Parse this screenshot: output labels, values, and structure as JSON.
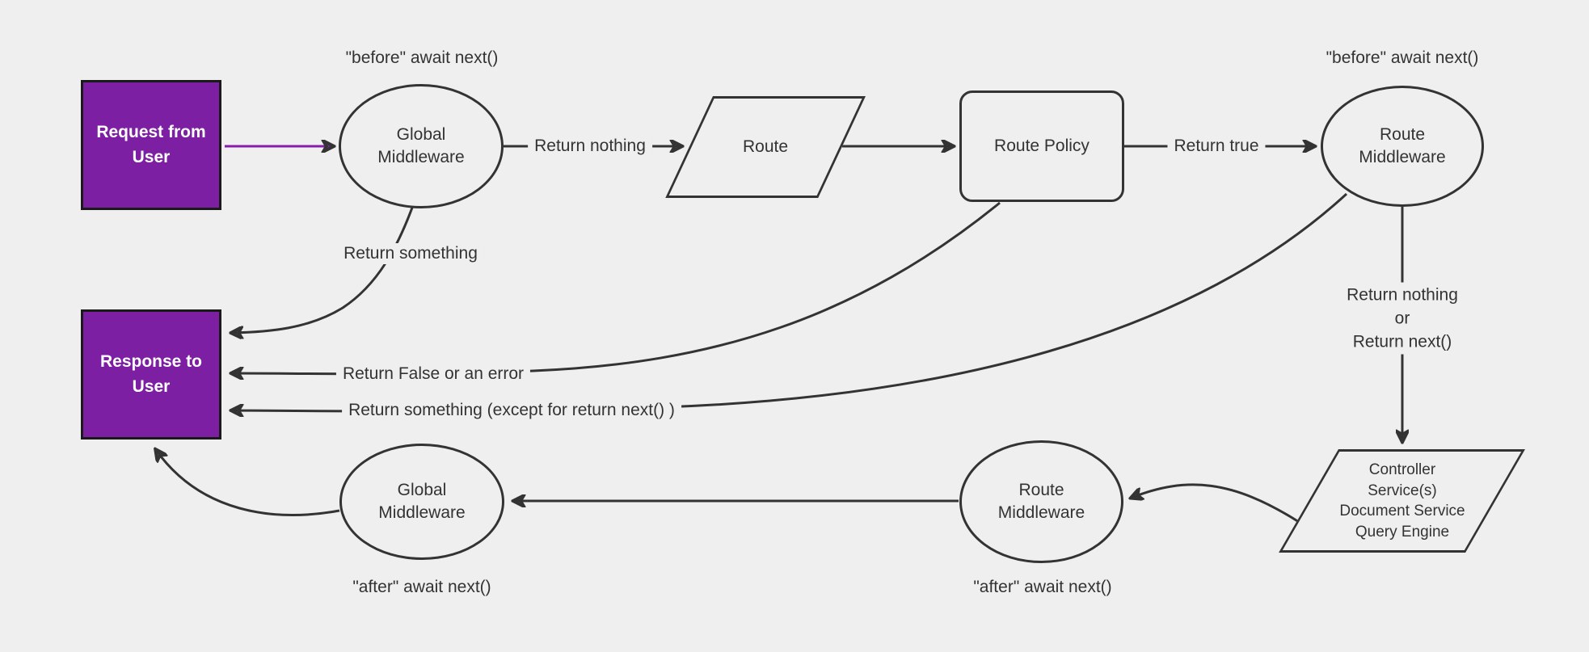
{
  "colors": {
    "background": "#efefef",
    "stroke": "#333333",
    "node_fill": "#efefef",
    "terminal_fill": "#7c1fa2",
    "terminal_border": "#1a1a1a",
    "terminal_text": "#ffffff",
    "request_arrow": "#8a1cad",
    "label_text": "#333333"
  },
  "nodes": {
    "request": {
      "label": "Request from User"
    },
    "response": {
      "label": "Response to User"
    },
    "global_middleware_top": {
      "label": "Global Middleware"
    },
    "route": {
      "label": "Route"
    },
    "route_policy": {
      "label": "Route Policy"
    },
    "route_middleware_top": {
      "label": "Route Middleware"
    },
    "controller": {
      "lines": [
        "Controller",
        "Service(s)",
        "Document Service",
        "Query Engine"
      ]
    },
    "route_middleware_bottom": {
      "label": "Route Middleware"
    },
    "global_middleware_bottom": {
      "label": "Global Middleware"
    }
  },
  "annotations": {
    "before_global": "\"before\" await next()",
    "before_route": "\"before\" await next()",
    "after_global": "\"after\" await next()",
    "after_route": "\"after\" await next()"
  },
  "edge_labels": {
    "global_to_route": "Return nothing",
    "policy_to_route_middleware": "Return true",
    "global_to_response": "Return something",
    "policy_to_response": "Return False or an error",
    "route_middleware_to_response": "Return something (except for return next() )",
    "route_middleware_to_controller": [
      "Return nothing",
      "or",
      "Return next()"
    ]
  }
}
